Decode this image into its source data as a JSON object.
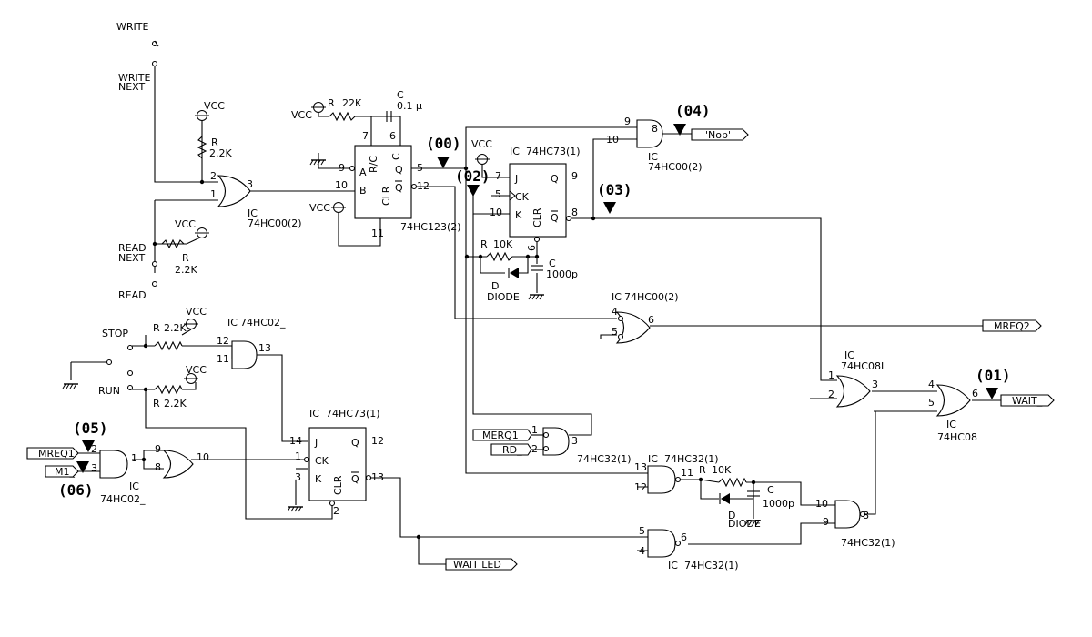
{
  "switches": {
    "write": "WRITE",
    "write_next": "WRITE\nNEXT",
    "read_next": "READ\nNEXT",
    "read": "READ",
    "stop": "STOP",
    "run": "RUN"
  },
  "power": {
    "vcc": "VCC"
  },
  "components": {
    "r": "R",
    "r22k": "2.2K",
    "r22k_b": "22K",
    "r10k": "10K",
    "c": "C",
    "c01u": "0.1 μ",
    "c1000p": "1000p",
    "d": "D",
    "diode": "DIODE"
  },
  "ics": {
    "ic_prefix": "IC",
    "hc00_2": "74HC00(2)",
    "hc123_2": "74HC123(2)",
    "hc73_1": "74HC73(1)",
    "hc08i": "74HC08I",
    "hc08": "74HC08",
    "hc32_1": "74HC32(1)",
    "hc02": "74HC02_"
  },
  "pins": {
    "rc": "R/C",
    "c": "C",
    "a": "A",
    "b": "B",
    "q": "Q",
    "qbar": "Q",
    "clr": "CLR",
    "j": "J",
    "k": "K",
    "ck": "CK"
  },
  "signals": {
    "nop": "'Nop'",
    "mreq2": "MREQ2",
    "wait": "WAIT_",
    "merq1": "MERQ1",
    "rd": "RD_",
    "mreq1": "MREQ1",
    "m1": "M1_",
    "wait_led": "WAIT LED"
  },
  "probes": {
    "p00": "(00)",
    "p01": "(01)",
    "p02": "(02)",
    "p03": "(03)",
    "p04": "(04)",
    "p05": "(05)",
    "p06": "(06)"
  },
  "pin_numbers": [
    "1",
    "2",
    "3",
    "4",
    "5",
    "6",
    "7",
    "8",
    "9",
    "10",
    "11",
    "12",
    "13",
    "14"
  ]
}
